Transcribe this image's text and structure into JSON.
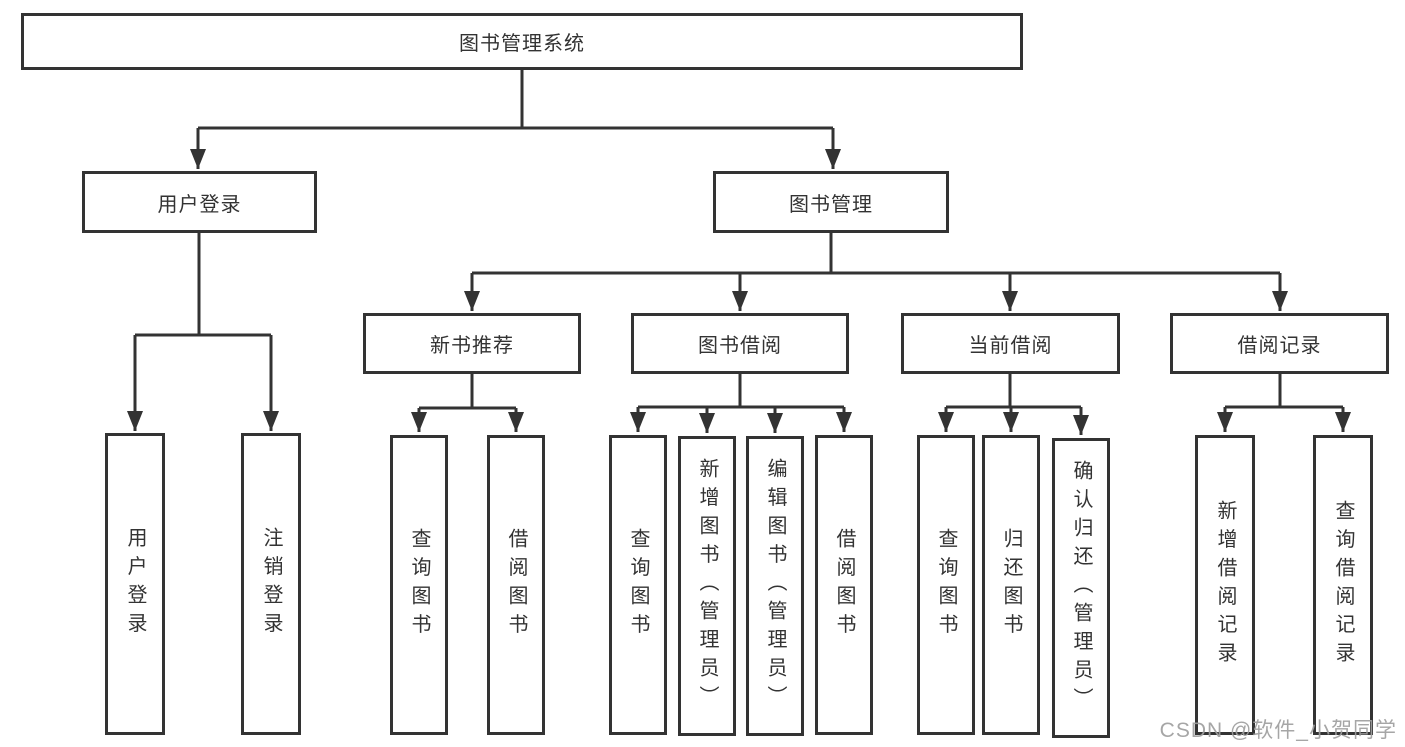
{
  "colors": {
    "line": "#333333",
    "box_border": "#333333",
    "text": "#333333",
    "watermark": "#9e9e9e",
    "background": "#ffffff"
  },
  "watermark": {
    "text": "CSDN @软件_小贺同学"
  },
  "diagram": {
    "type": "tree",
    "root": {
      "label": "图书管理系统"
    },
    "branches": [
      {
        "label": "用户登录",
        "children": [
          {
            "label": "用户登录"
          },
          {
            "label": "注销登录"
          }
        ]
      },
      {
        "label": "图书管理",
        "children": [
          {
            "label": "新书推荐",
            "children": [
              {
                "label": "查询图书"
              },
              {
                "label": "借阅图书"
              }
            ]
          },
          {
            "label": "图书借阅",
            "children": [
              {
                "label": "查询图书"
              },
              {
                "label": "新增图书（管理员）"
              },
              {
                "label": "编辑图书（管理员）"
              },
              {
                "label": "借阅图书"
              }
            ]
          },
          {
            "label": "当前借阅",
            "children": [
              {
                "label": "查询图书"
              },
              {
                "label": "归还图书"
              },
              {
                "label": "确认归还（管理员）"
              }
            ]
          },
          {
            "label": "借阅记录",
            "children": [
              {
                "label": "新增借阅记录"
              },
              {
                "label": "查询借阅记录"
              }
            ]
          }
        ]
      }
    ]
  }
}
